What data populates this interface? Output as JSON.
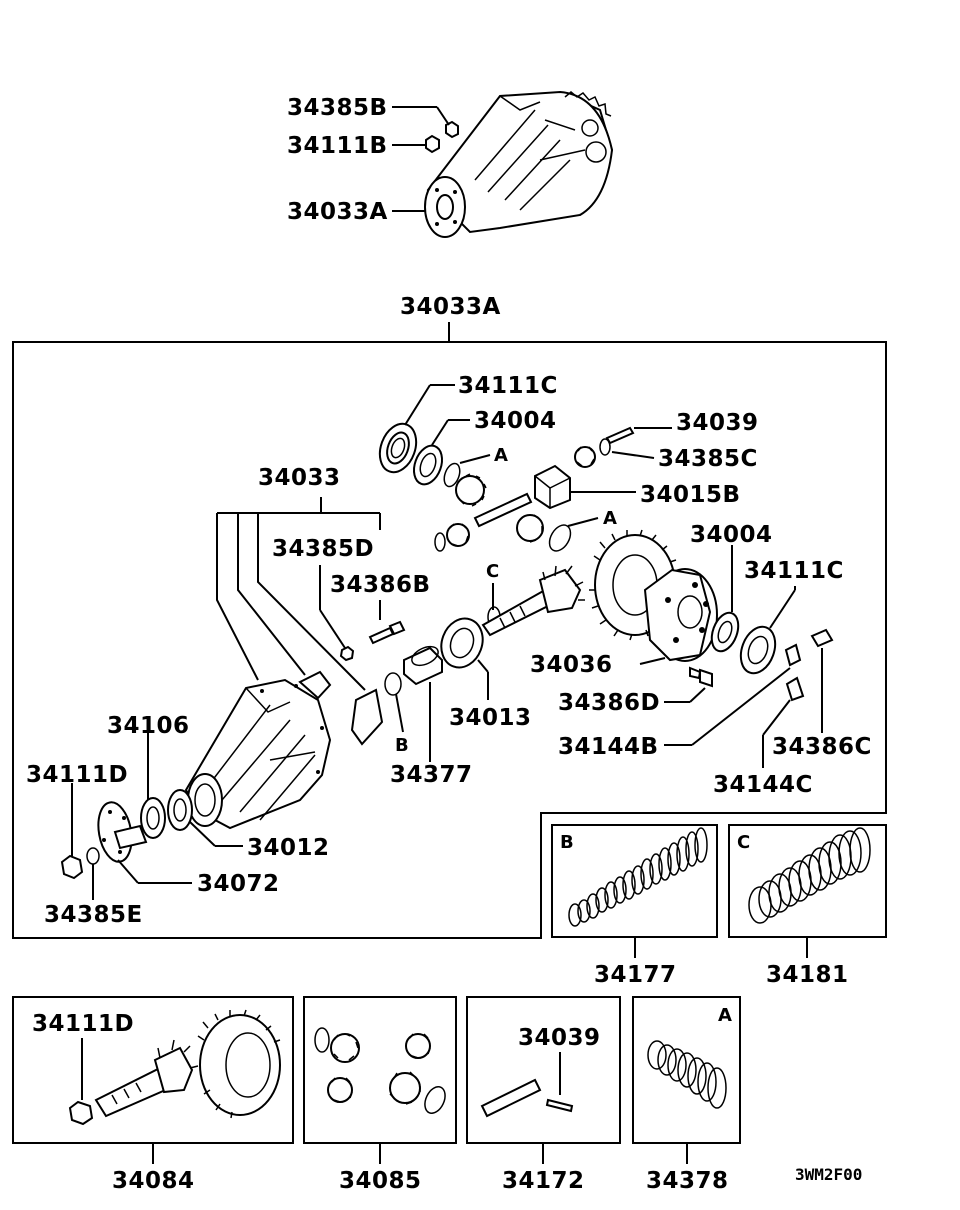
{
  "diagram_code": "3WM2F00",
  "top_assembly": {
    "labels": [
      "34385B",
      "34111B",
      "34033A"
    ]
  },
  "main_group": {
    "title": "34033A",
    "labels": {
      "l_34111C_a": "34111C",
      "l_34004_a": "34004",
      "l_34039": "34039",
      "l_34385C": "34385C",
      "l_34015B": "34015B",
      "l_34033": "34033",
      "l_34385D": "34385D",
      "l_34386B": "34386B",
      "l_34004_b": "34004",
      "l_34111C_b": "34111C",
      "l_34036": "34036",
      "l_34386D": "34386D",
      "l_34013": "34013",
      "l_34377": "34377",
      "l_34144B": "34144B",
      "l_34386C": "34386C",
      "l_34144C": "34144C",
      "l_34106": "34106",
      "l_34111D": "34111D",
      "l_34012": "34012",
      "l_34072": "34072",
      "l_34385E": "34385E"
    },
    "refs": {
      "A1": "A",
      "A2": "A",
      "B": "B",
      "C": "C"
    }
  },
  "kits": [
    {
      "corner": "B",
      "part": "34177"
    },
    {
      "corner": "C",
      "part": "34181"
    }
  ],
  "bottom_sets": [
    {
      "inner_label": "34111D",
      "part": "34084"
    },
    {
      "inner_label": "",
      "part": "34085"
    },
    {
      "inner_label": "34039",
      "part": "34172"
    },
    {
      "corner": "A",
      "part": "34378"
    }
  ]
}
